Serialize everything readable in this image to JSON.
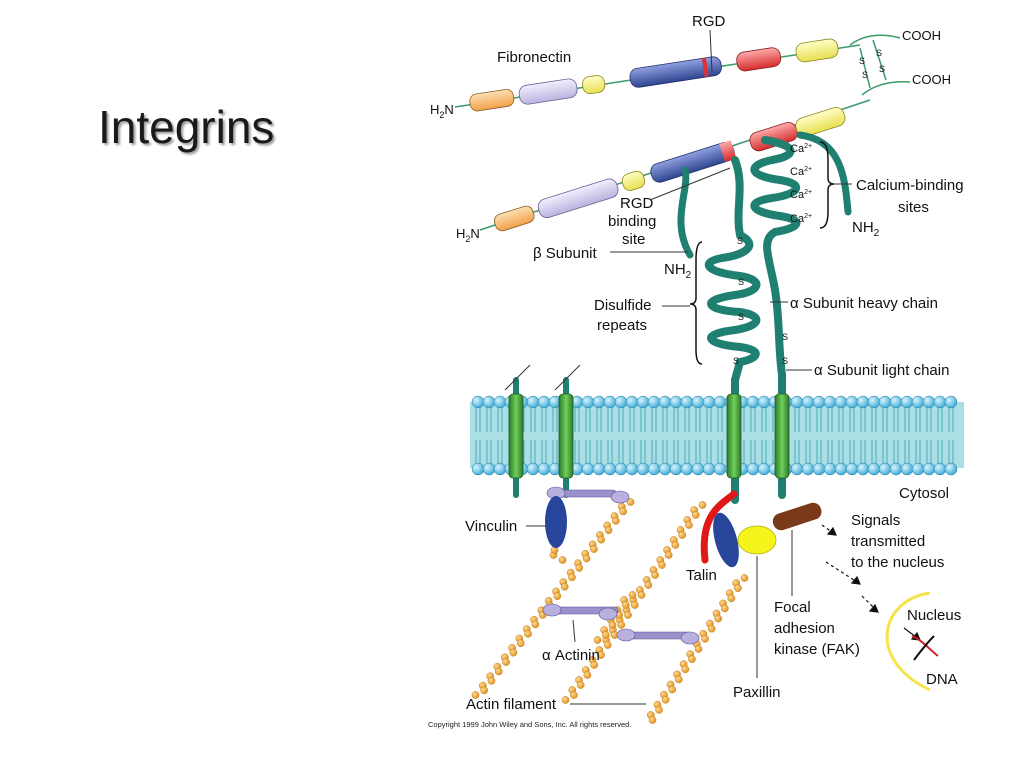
{
  "slide": {
    "title": "Integrins"
  },
  "diagram": {
    "labels": {
      "rgd_top": "RGD",
      "fibronectin": "Fibronectin",
      "cooh_1": "COOH",
      "cooh_2": "COOH",
      "h2n_1": "H",
      "h2n_1_sub": "2",
      "h2n_1_end": "N",
      "h2n_2": "H",
      "h2n_2_sub": "2",
      "h2n_2_end": "N",
      "ss": "S",
      "rgd_binding_1": "RGD",
      "rgd_binding_2": "binding",
      "rgd_binding_3": "site",
      "ca": "Ca",
      "ca_sup": "2+",
      "calcium_binding_1": "Calcium-binding",
      "calcium_binding_2": "sites",
      "nh2_a": "NH",
      "nh2_a_sub": "2",
      "beta_subunit": "β Subunit",
      "nh2_b": "NH",
      "nh2_b_sub": "2",
      "disulfide_1": "Disulfide",
      "disulfide_2": "repeats",
      "alpha_heavy": "α Subunit heavy chain",
      "alpha_light": "α Subunit light chain",
      "cytosol": "Cytosol",
      "vinculin": "Vinculin",
      "signals_1": "Signals",
      "signals_2": "transmitted",
      "signals_3": "to the nucleus",
      "talin": "Talin",
      "focal_1": "Focal",
      "focal_2": "adhesion",
      "focal_3": "kinase (FAK)",
      "nucleus": "Nucleus",
      "alpha_actinin": "α Actinin",
      "dna": "DNA",
      "paxillin": "Paxillin",
      "actin_filament": "Actin filament",
      "copyright": "Copyright 1999 John Wiley and Sons, Inc. All rights reserved."
    },
    "colors": {
      "orange": "#f7b567",
      "lavender": "#d8d5f0",
      "yellow": "#f5f07a",
      "blue": "#4a62b8",
      "red": "#e84848",
      "integrin_green": "#1f7f70",
      "membrane_blue": "#5cc4e4",
      "membrane_fill": "#9fdbe2",
      "tm_green": "#3ea040",
      "actin_orange": "#f4a431",
      "vinculin_blue": "#27459a",
      "talin_red": "#e01818",
      "paxillin_yellow": "#f6f41a",
      "fak_brown": "#7a3a1a",
      "nucleus_yellow": "#f4e34a"
    }
  }
}
